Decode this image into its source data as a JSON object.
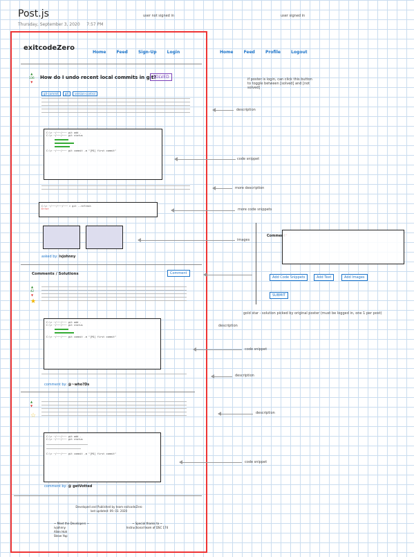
{
  "page": {
    "title": "Post.js",
    "date": "Thursday, September 3, 2020",
    "time": "7:57 PM"
  },
  "annotations": {
    "not_signed": "user not signed in",
    "signed": "user signed in",
    "toggle": "if poster is login, can click this button to toggle between [solved] and [not solved]",
    "description": "description",
    "code_snippet": "code snippet",
    "more_description": "more description",
    "more_code": "more code snippets",
    "images": "images",
    "gold_star": "gold star - solution picked by original poster (must be logged in, one 1 per post)"
  },
  "header": {
    "logo": "exitcodeZero",
    "nav_out": [
      "Home",
      "Feed",
      "Sign-Up",
      "Login"
    ],
    "nav_in": [
      "Home",
      "Feed",
      "Profile",
      "Logout"
    ]
  },
  "post": {
    "votes": "136",
    "question": "How do I undo recent local commits in git?",
    "status": "SOLVED",
    "tags": [
      "git-commit",
      "git",
      "version-control"
    ],
    "code1": [
      "C:\\> ~/~~~/~~~ git add .",
      "C:\\> ~/~~~/~~~ git status",
      "C:\\> ~/~~~/~~~ git commit -m \"[M1] first commit\""
    ],
    "code2": [
      "C:\\> ~/~~~/~~~/~~~ > git --refresh",
      "Error"
    ],
    "asked_label": "asked by:",
    "asked_user": "ivjohnny"
  },
  "comments": {
    "heading": "Comments / Solutions",
    "comment_button": "Comment",
    "items": [
      {
        "votes": "42",
        "by_label": "comment by:",
        "user": "@~who?Ds"
      },
      {
        "votes": "",
        "by_label": "comment by:",
        "user": "@ getVotted"
      }
    ],
    "code": [
      "C:\\> ~/~~~/~~~ git add .",
      "C:\\> ~/~~~/~~~ git status",
      "C:\\> ~/~~~/~~~ git commit -m \"[M1] first commit\""
    ]
  },
  "form": {
    "label": "Comment",
    "buttons": [
      "Add Code Snippets",
      "Add Text",
      "Add Images"
    ],
    "submit": "SUBMIT"
  },
  "footer": {
    "line1": "Developed and Published by team exitcodeZero",
    "line2": "last updated: 09. 03. 2020",
    "devs_title": "~ Meet the Developers ~",
    "devs": [
      "ivjohnny",
      "Allen Hoh",
      "Steve Yap"
    ],
    "thanks_title": "~ Special thanks to ~",
    "thanks": "Instructional team of DSC 174"
  }
}
